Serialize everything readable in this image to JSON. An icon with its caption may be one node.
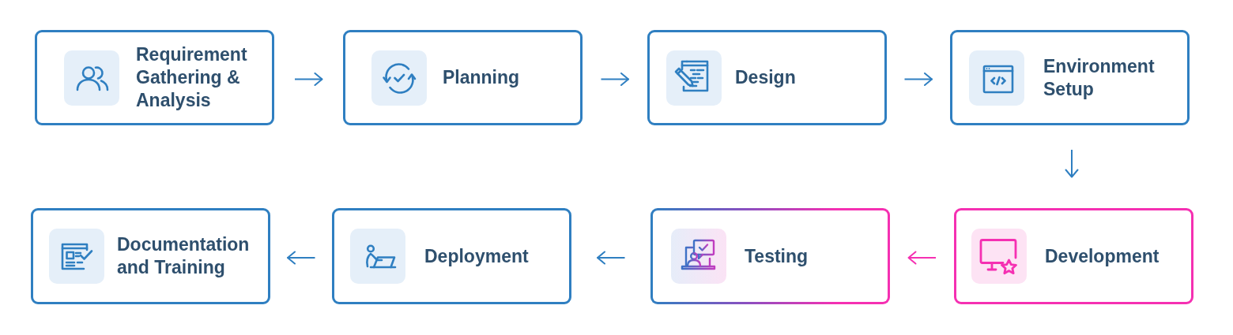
{
  "diagram": {
    "nodes": [
      {
        "text": [
          "Requirement Gathering & Analysis"
        ]
      },
      {
        "text": [
          "Planning"
        ]
      },
      {
        "text": [
          "Design"
        ]
      },
      {
        "text": [
          "Environment Setup"
        ]
      },
      {
        "text": [
          "Development"
        ]
      },
      {
        "text": [
          "Testing"
        ]
      },
      {
        "text": [
          "Deployment"
        ]
      },
      {
        "text": [
          "Documentation and Training"
        ]
      }
    ],
    "edges": [
      {
        "from": 0,
        "to": 1,
        "arrow": "to"
      },
      {
        "from": 1,
        "to": 2,
        "arrow": "to"
      },
      {
        "from": 2,
        "to": 3,
        "arrow": "to"
      },
      {
        "from": 3,
        "to": 4,
        "arrow": "to"
      },
      {
        "from": 4,
        "to": 5,
        "arrow": "to",
        "color": "#f530b2"
      },
      {
        "from": 5,
        "to": 6,
        "arrow": "to"
      },
      {
        "from": 6,
        "to": 7,
        "arrow": "to"
      }
    ]
  }
}
